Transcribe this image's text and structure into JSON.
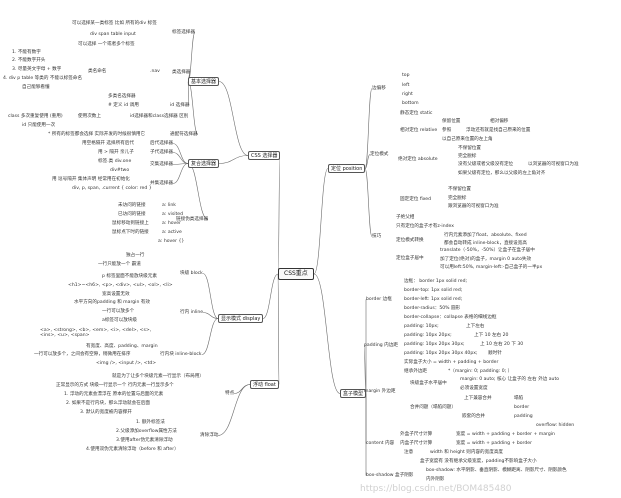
{
  "root": "CSS重点",
  "branches": [
    {
      "id": "b1",
      "label": "基本选择器",
      "children": [
        {
          "label": "标签选择器",
          "children": [
            {
              "label": "可以选择某一类标签 比如 所有的div 标签"
            },
            {
              "label": "div  span  table  input"
            }
          ]
        },
        {
          "label": "类选择器",
          "children": [
            {
              "label": "可以选择 一个或者多个标签"
            },
            {
              "label": "类名命名",
              "children": [
                {
                  "label": "1. 不能有数字"
                },
                {
                  "label": "2. 不能数字开头"
                },
                {
                  "label": "3. 尽量英文字母 + 数字"
                },
                {
                  "label": "4. div  p  table 等类的  不能以标签命名"
                },
                {
                  "label": "自己能够看懂"
                }
              ]
            },
            {
              "label": ".nav"
            },
            {
              "label": "多类名选择器"
            }
          ]
        },
        {
          "label": "id 选择器",
          "children": [
            {
              "label": "#   定义  id  调用"
            },
            {
              "label": "id选择器和class选择器 区别"
            },
            {
              "label": "使用次数上"
            },
            {
              "label": "class  多次重复使用   (重用)"
            },
            {
              "label": "id 只能使用一次"
            }
          ]
        },
        {
          "label": "通配符选择器",
          "children": [
            {
              "label": "* 所有的标签都会选择  实际开发的时候很慎用它"
            }
          ]
        }
      ]
    },
    {
      "id": "b2",
      "label": "复合选择器",
      "children": [
        {
          "label": "后代选择器",
          "children": [
            {
              "label": "用空格隔开  选择所有后代"
            }
          ]
        },
        {
          "label": "子代选择器",
          "children": [
            {
              "label": "用 > 隔开  亲儿子"
            }
          ]
        },
        {
          "label": "交集选择器",
          "children": [
            {
              "label": "标签.类  div.one"
            },
            {
              "label": "div#two"
            }
          ]
        },
        {
          "label": "并集选择器",
          "children": [
            {
              "label": "用 逗号隔开  集体声明  经常用在初始化"
            },
            {
              "label": "div, p, span, .current { color: red }"
            }
          ]
        },
        {
          "label": "链接伪类选择器",
          "children": [
            {
              "label": "未访问的链接",
              "tag": "a:  link"
            },
            {
              "label": "已访问的链接",
              "tag": "a:  visited"
            },
            {
              "label": "鼠标移动到链接上",
              "tag": "a:  hover"
            },
            {
              "label": "鼠标点下时的链接",
              "tag": "a:  active"
            },
            {
              "label": "a:  hover  {}"
            }
          ]
        }
      ]
    },
    {
      "id": "b3",
      "label": "CSS 选择器"
    },
    {
      "id": "b4",
      "label": "显示模式 display",
      "children": [
        {
          "label": "块级 block",
          "children": [
            {
              "label": "独占一行"
            },
            {
              "label": "一行只能放一个  霸道"
            },
            {
              "label": "p 标签里面不能放块级元素"
            },
            {
              "label": "<h1>~<h6>, <p>, <div>, <ul>, <ol>, <li>"
            }
          ]
        },
        {
          "label": "行内 inline",
          "children": [
            {
              "label": "宽高设置无效"
            },
            {
              "label": "水平方向的padding 和 margin 有效"
            },
            {
              "label": "一行可以放多个"
            },
            {
              "label": "a标签可以放块级"
            },
            {
              "label": "<a>, <strong>, <b>, <em>, <i>, <del>, <s>, <ins>, <u>, <span>"
            }
          ]
        },
        {
          "label": "行内块 inline-block",
          "children": [
            {
              "label": "有宽度、高度、padding、margin"
            },
            {
              "label": "一行可以放多个，之间会有空隙，稍微用在排序"
            },
            {
              "label": "<img />, <input />, <td>"
            }
          ]
        }
      ]
    },
    {
      "id": "b5",
      "label": "浮动 float",
      "children": [
        {
          "label": "就是为了让多个块级元素一行显示（布局用）"
        },
        {
          "label": "特点",
          "children": [
            {
              "label": "正常显示的方式  块级一行显示一个  行内元素一行显示多个"
            },
            {
              "label": "1. 浮动的元素会漂浮在  原本的位置与后面的元素"
            },
            {
              "label": "2. 如果不是行内块，那么浮动就会在后面"
            },
            {
              "label": "3. 默认的宽度被内容撑开"
            }
          ]
        },
        {
          "label": "清除浮动",
          "children": [
            {
              "label": "1. 额外标签法"
            },
            {
              "label": "2.父级添加overflow属性方法"
            },
            {
              "label": "3.使用after伪元素清除浮动"
            },
            {
              "label": "4.使用双伪元素清除浮动（before 和 after）"
            }
          ]
        }
      ]
    },
    {
      "id": "b6",
      "label": "定位 position",
      "children": [
        {
          "label": "边偏移",
          "children": [
            {
              "label": "top"
            },
            {
              "label": "left"
            },
            {
              "label": "right"
            },
            {
              "label": "bottom"
            }
          ]
        },
        {
          "label": "定位模式",
          "children": [
            {
              "label": "静态定位 static"
            },
            {
              "label": "相对定位 relative",
              "children": [
                {
                  "label": "保留位置"
                },
                {
                  "label": "相对偏移"
                },
                {
                  "label": "参照"
                },
                {
                  "label": "浮动还有就是找自己原来的位置"
                },
                {
                  "label": "以自己原来位置的左上角"
                }
              ]
            },
            {
              "label": "绝对定位 absolute",
              "children": [
                {
                  "label": "不保留位置"
                },
                {
                  "label": "完全脱标"
                },
                {
                  "label": "没有父级或者父级没有定位"
                },
                {
                  "label": "以浏览器的可视窗口为准"
                },
                {
                  "label": "如果父级有定位，那么以父级的左上角对齐"
                }
              ]
            },
            {
              "label": "固定定位 fixed",
              "children": [
                {
                  "label": "不保留位置"
                },
                {
                  "label": "完全脱标"
                },
                {
                  "label": "跟浏览器的可视窗口为准"
                }
              ]
            }
          ]
        },
        {
          "label": "技巧",
          "children": [
            {
              "label": "子绝父相"
            },
            {
              "label": "只有定位的盒子才有z-index"
            },
            {
              "label": "定位模式转换",
              "children": [
                {
                  "label": "行内元素添加了float、absolute、fixed"
                },
                {
                  "label": "都会自动转成 inline-block，直接设宽高"
                }
              ]
            },
            {
              "label": "定位盒子居中",
              "children": [
                {
                  "label": "translate（-50%，-50%）让盒子在盒子居中"
                },
                {
                  "label": "加了定位(绝对)的盒子，margin 0 auto失效"
                },
                {
                  "label": "可以用left:50%, margin-left:-自己盒子的一半px"
                }
              ]
            }
          ]
        }
      ]
    },
    {
      "id": "b7",
      "label": "盒子模型",
      "children": [
        {
          "label": "border 边框",
          "children": [
            {
              "label": "边框：  border  1px solid red;"
            },
            {
              "label": "border-top: 1px solid red;"
            },
            {
              "label": "border-left: 1px solid red;"
            },
            {
              "label": "border-radius：50% 圆形"
            },
            {
              "label": "border-collapse：collapse 表格的细线边框"
            }
          ]
        },
        {
          "label": "padding 内边距",
          "children": [
            {
              "label": "padding: 10px;",
              "note": "上下左右"
            },
            {
              "label": "padding: 10px 20px;",
              "note": "上下 10  左右 20"
            },
            {
              "label": "padding: 10px 20px 30px;",
              "note": "上 10  左右 20  下 30"
            },
            {
              "label": "padding:  10px 20px 30px 40px;",
              "note": "顺时针"
            },
            {
              "label": "实际盒子大小 = width + padding + border"
            },
            {
              "label": "继承外边距",
              "note": "*（margin: 0;  padding: 0; ）"
            }
          ]
        },
        {
          "label": "margin 外边距",
          "children": [
            {
              "label": "块级盒子水平居中",
              "note": "margin: 0 auto;  核心 让盒子的 左右 外边 auto"
            },
            {
              "label": "必须设置宽度"
            },
            {
              "label": "合并问题（塌陷问题）",
              "children": [
                {
                  "label": "上下兼容合并"
                },
                {
                  "label": "嵌套的合并",
                  "note": "塌陷"
                },
                {
                  "label": "border"
                },
                {
                  "label": "padding"
                },
                {
                  "label": "overflow: hidden"
                }
              ]
            }
          ]
        },
        {
          "label": "content 内容",
          "children": [
            {
              "label": "外盒子尺寸计算",
              "note": "宽度 = width + padding + border + margin"
            },
            {
              "label": "内盒子尺寸计算",
              "note": "宽度 = width + padding + border"
            },
            {
              "label": "注意",
              "note": "width 和 height 则内容的宽度高度"
            },
            {
              "label": "盒子宽度有 没有继承父级宽度，padding不影响盒子大小"
            }
          ]
        },
        {
          "label": "box-shadow 盒子阴影",
          "children": [
            {
              "label": "box-shadow: 水平阴影、垂直阴影、模糊距离、阴影尺寸、阴影颜色"
            },
            {
              "label": "内外阴影"
            }
          ]
        }
      ]
    }
  ],
  "watermark": "https://blog.csdn.net/BOM485480"
}
